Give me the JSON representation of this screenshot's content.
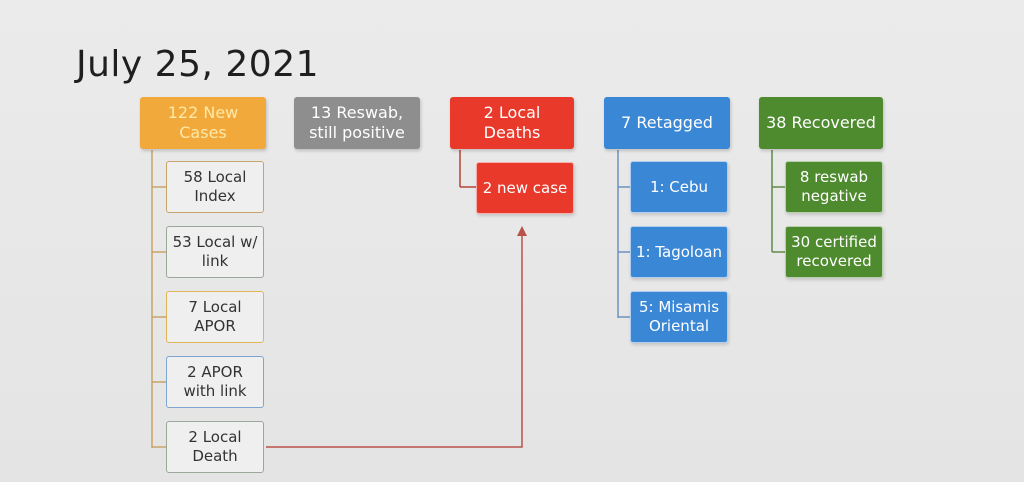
{
  "title": "July 25, 2021",
  "colors": {
    "new_cases": "#f2a93b",
    "new_cases_text": "#fde9a8",
    "reswab": "#8e8e8e",
    "deaths": "#e8392b",
    "retagged": "#3a87d6",
    "recovered": "#4e8a2e",
    "connector_new": "#c9a46a",
    "connector_deaths": "#b54236",
    "connector_retag": "#6d93bd",
    "connector_recov": "#5f8b45",
    "arrow": "#b9524a"
  },
  "columns": {
    "new_cases": {
      "header": "122 New Cases",
      "children": [
        {
          "label": "58 Local Index",
          "border": "#c9a46a"
        },
        {
          "label": "53 Local w/ link",
          "border": "#9aa89a"
        },
        {
          "label": "7 Local APOR",
          "border": "#e2b45a"
        },
        {
          "label": "2 APOR with link",
          "border": "#7da6cf"
        },
        {
          "label": "2 Local Death",
          "border": "#9aa89a"
        }
      ]
    },
    "reswab": {
      "header": "13 Reswab, still positive"
    },
    "deaths": {
      "header": "2 Local Deaths",
      "children": [
        {
          "label": "2 new case"
        }
      ]
    },
    "retagged": {
      "header": "7 Retagged",
      "children": [
        {
          "label": "1: Cebu"
        },
        {
          "label": "1: Tagoloan"
        },
        {
          "label": "5: Misamis Oriental"
        }
      ]
    },
    "recovered": {
      "header": "38 Recovered",
      "children": [
        {
          "label": "8 reswab negative"
        },
        {
          "label": "30 certified recovered"
        }
      ]
    }
  }
}
